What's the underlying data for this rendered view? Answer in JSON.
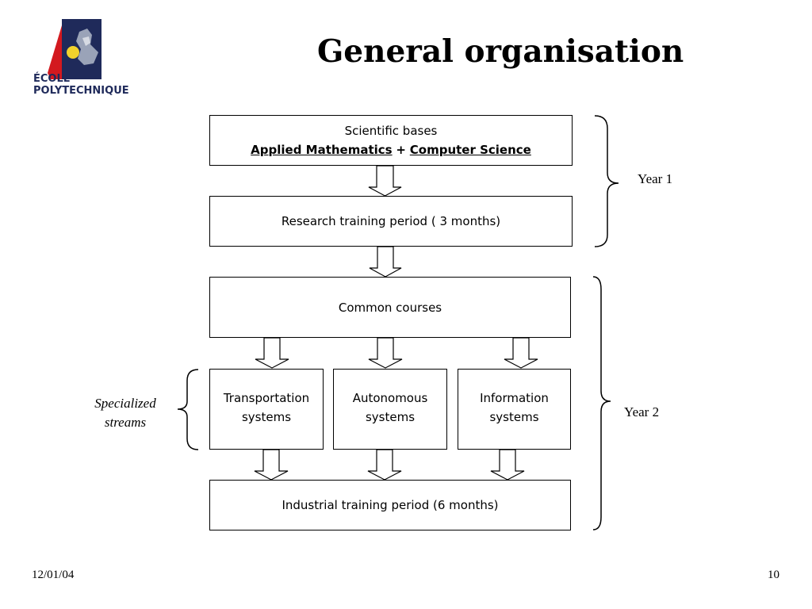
{
  "header": {
    "logo": {
      "line1": "ÉCOLE",
      "line2": "POLYTECHNIQUE",
      "colors": {
        "navy": "#1f2a5a",
        "red": "#d3191f",
        "yellow": "#f2d22c"
      }
    },
    "title": "General organisation"
  },
  "diagram": {
    "box_scientific": {
      "line1": "Scientific bases",
      "applied": "Applied Mathematics",
      "plus": "+",
      "cs": "Computer Science"
    },
    "box_research": "Research training period ( 3 months)",
    "box_common": "Common courses",
    "box_transport": {
      "line1": "Transportation",
      "line2": "systems"
    },
    "box_autonomous": {
      "line1": "Autonomous",
      "line2": "systems"
    },
    "box_information": {
      "line1": "Information",
      "line2": "systems"
    },
    "box_industrial": "Industrial training period (6 months)",
    "year1_label": "Year 1",
    "year2_label": "Year 2",
    "specialized": {
      "line1": "Specialized",
      "line2": "streams"
    }
  },
  "footer": {
    "date": "12/01/04",
    "page": "10"
  }
}
